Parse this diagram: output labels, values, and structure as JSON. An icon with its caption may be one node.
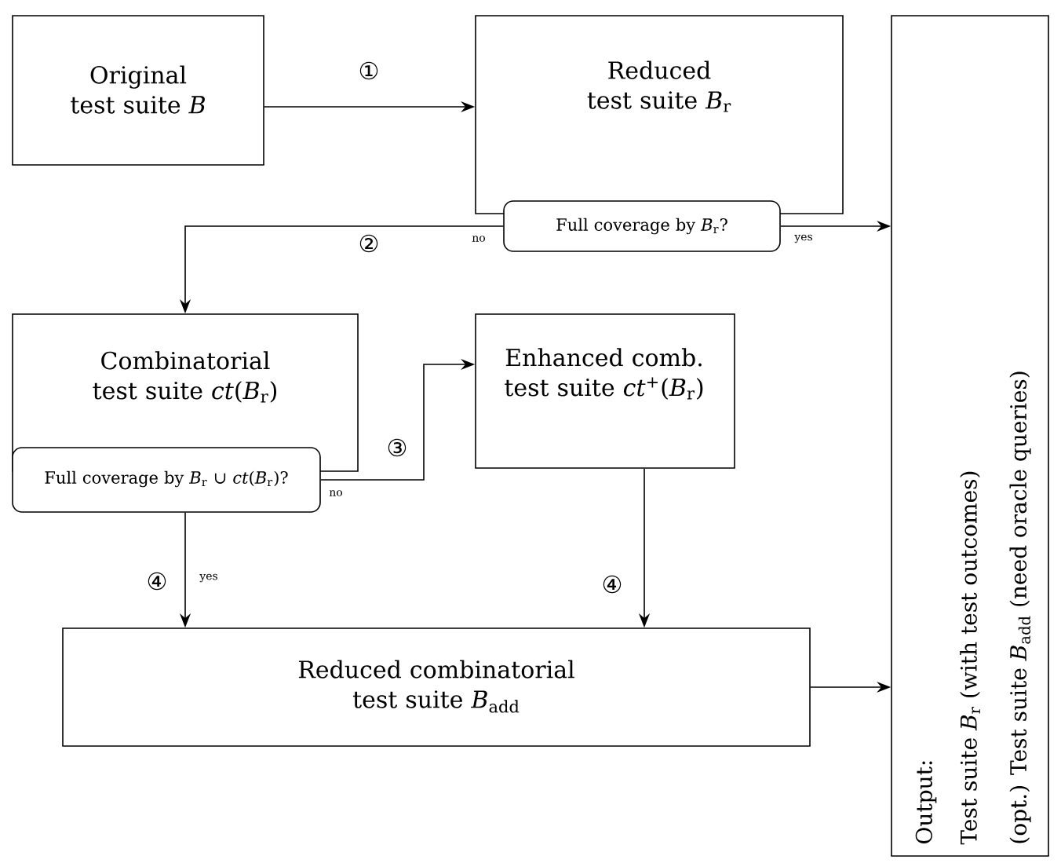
{
  "diagram": {
    "nodes": [
      {
        "text": [
          "Original test suite *B*"
        ]
      },
      {
        "text": [
          "Reduced test suite *B*$_{r}$"
        ]
      },
      {
        "text": [
          "Full coverage by *B*$_{r}$?"
        ]
      },
      {
        "text": [
          "Combinatorial test suite *ct*(*B*$_{r}$)"
        ]
      },
      {
        "text": [
          "Full coverage by *B*$_{r}$ ∪ *ct*(*B*$_{r}$)?"
        ]
      },
      {
        "text": [
          "Enhanced comb. test suite *ct*$^{+}$(*B*$_{r}$)"
        ]
      },
      {
        "text": [
          "Reduced combinatorial test suite *B*$_{add}$"
        ]
      },
      {
        "text": [
          "Output:",
          "Test suite *B*$_{r}$ (with test outcomes)",
          "(opt.) Test suite *B*$_{add}$ (need oracle queries)"
        ]
      }
    ],
    "edges": [
      {
        "from": 0,
        "to": 1,
        "arrow": "to",
        "label": "①"
      },
      {
        "from": 2,
        "to": 7,
        "arrow": "to",
        "label": "yes"
      },
      {
        "from": 2,
        "to": 3,
        "arrow": "to",
        "label": "no"
      },
      {
        "from": 4,
        "to": 5,
        "arrow": "to",
        "label": "no"
      },
      {
        "from": 4,
        "to": 6,
        "arrow": "to",
        "label": "yes"
      },
      {
        "from": 5,
        "to": 6,
        "arrow": "to",
        "label": "④"
      },
      {
        "from": 6,
        "to": 7,
        "arrow": "to"
      }
    ],
    "labels": [
      "②",
      "③",
      "④"
    ]
  }
}
